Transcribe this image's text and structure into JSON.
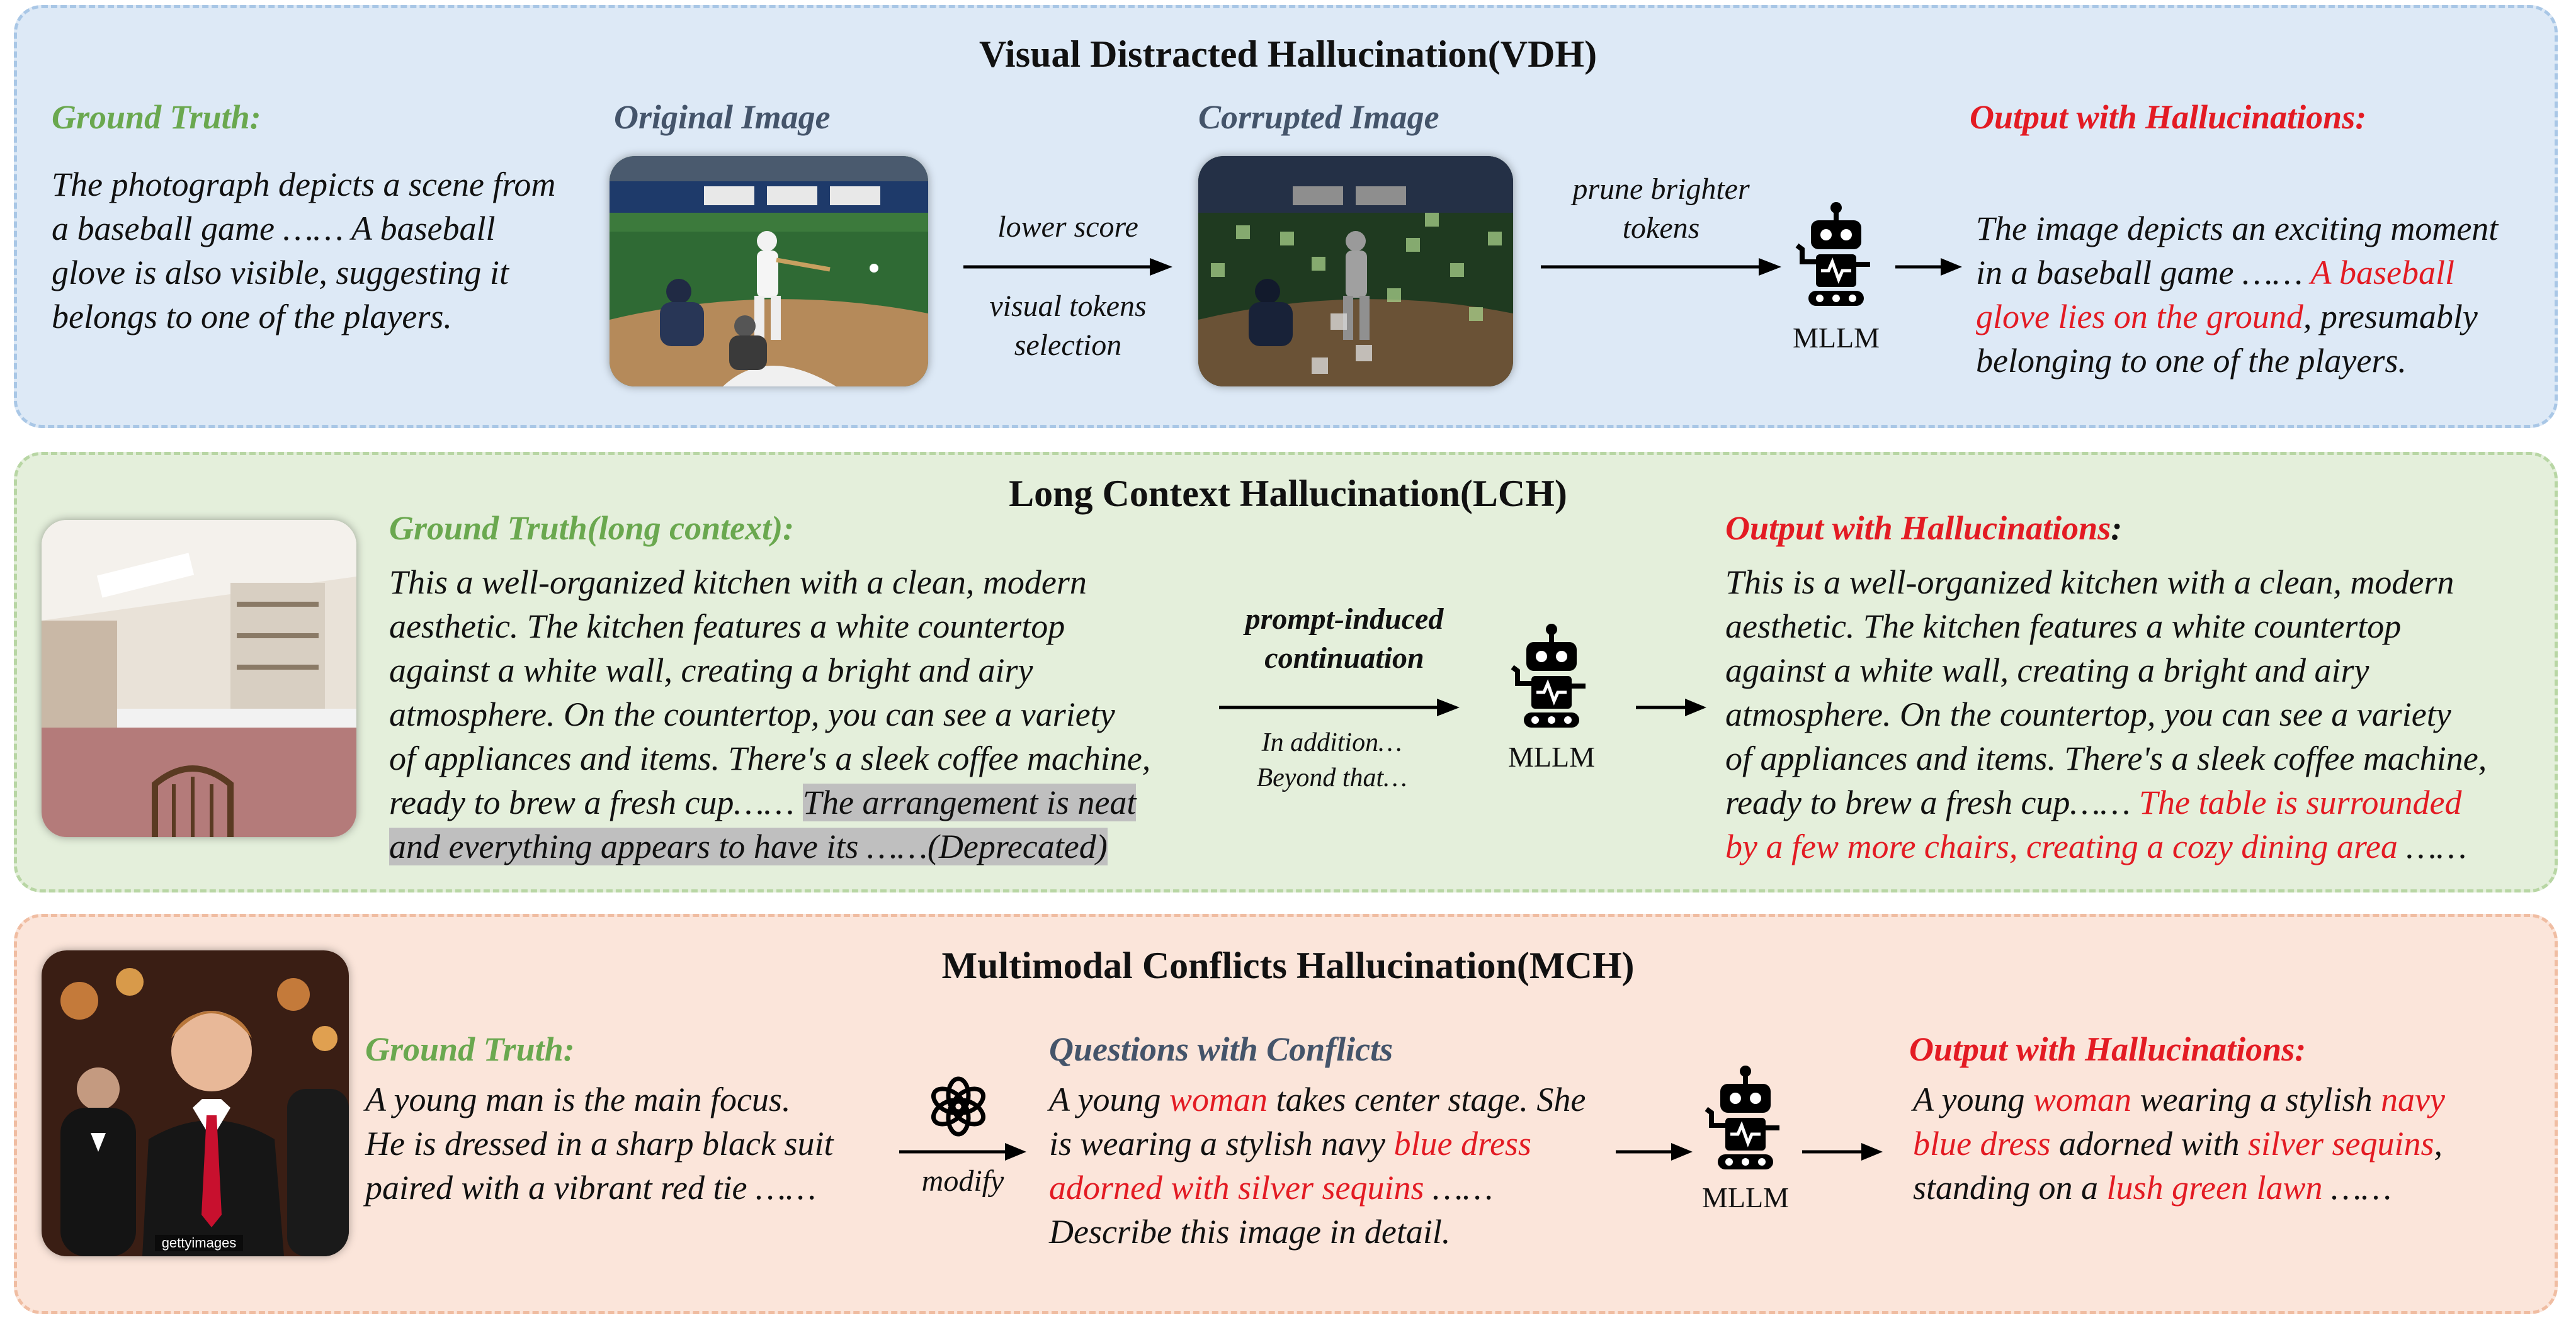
{
  "vdh": {
    "title": "Visual Distracted Hallucination(VDH)",
    "gt_label": "Ground Truth:",
    "gt_lines": [
      "The photograph depicts a scene from",
      "a baseball game …… A baseball",
      "glove is also visible, suggesting it",
      "belongs to one of the players."
    ],
    "original_label": "Original Image",
    "corrupted_label": "Corrupted Image",
    "arrow1_top": "lower score",
    "arrow1_bottom": [
      "visual tokens",
      "selection"
    ],
    "arrow2_top": [
      "prune brighter",
      "tokens"
    ],
    "mllm": "MLLM",
    "out_label": "Output with Hallucinations:",
    "out_line1_a": "The image depicts an exciting moment",
    "out_line2_a": "in a baseball game …… ",
    "out_line2_b": "A baseball",
    "out_line3_a": "glove lies on the ground",
    "out_line3_b": ", presumably",
    "out_line4_a": "belonging to one of the players."
  },
  "lch": {
    "title": "Long Context Hallucination(LCH)",
    "gt_label": "Ground Truth(long context):",
    "gt_lines": [
      "This a well-organized kitchen with a clean, modern",
      "aesthetic. The kitchen features a white countertop",
      "against a white wall, creating a bright and airy",
      "atmosphere. On the countertop, you can see a variety",
      "of appliances and items. There's a sleek coffee machine,"
    ],
    "gt_line6_a": "ready to brew a fresh cup…… ",
    "gt_line6_b": "The arrangement is neat",
    "gt_line7": "and everything appears to have its ……(Deprecated)",
    "arrow_top": [
      "prompt-induced",
      "continuation"
    ],
    "arrow_bottom": [
      "In addition…",
      "Beyond that…"
    ],
    "mllm": "MLLM",
    "out_label": "Output with Hallucinations",
    "out_label_colon": ":",
    "out_lines": [
      "This is a well-organized kitchen with a clean, modern",
      "aesthetic. The kitchen features a white countertop",
      "against a white wall, creating a bright and airy",
      "atmosphere. On the countertop, you can see a variety",
      "of appliances and items. There's a sleek coffee machine,"
    ],
    "out_line6_a": "ready to brew a fresh cup…… ",
    "out_line6_b": "The table is surrounded",
    "out_line7_a": "by a few more chairs, creating a cozy dining area",
    "out_line7_b": " ……"
  },
  "mch": {
    "title": "Multimodal  Conflicts Hallucination(MCH)",
    "gt_label": "Ground Truth:",
    "gt_lines": [
      "A young man is the main focus.",
      "He is dressed in a sharp black suit",
      "paired with a vibrant red tie ……"
    ],
    "modify": "modify",
    "q_label": "Questions with Conflicts",
    "q_line1_a": "A young ",
    "q_line1_b": "woman",
    "q_line1_c": " takes center stage. She",
    "q_line2_a": "is wearing a stylish navy ",
    "q_line2_b": "blue dress",
    "q_line3_a": "adorned with silver sequins",
    "q_line3_b": " ……",
    "q_line4": "Describe this image in detail.",
    "mllm": "MLLM",
    "out_label": "Output with Hallucinations:",
    "out_line1_a": "A young ",
    "out_line1_b": "woman",
    "out_line1_c": " wearing a stylish ",
    "out_line1_d": "navy",
    "out_line2_a": "blue dress",
    "out_line2_b": " adorned with ",
    "out_line2_c": "silver sequins",
    "out_line2_d": ",",
    "out_line3_a": "standing on a ",
    "out_line3_b": "lush green lawn",
    "out_line3_c": " ……",
    "watermark": "gettyimages"
  }
}
